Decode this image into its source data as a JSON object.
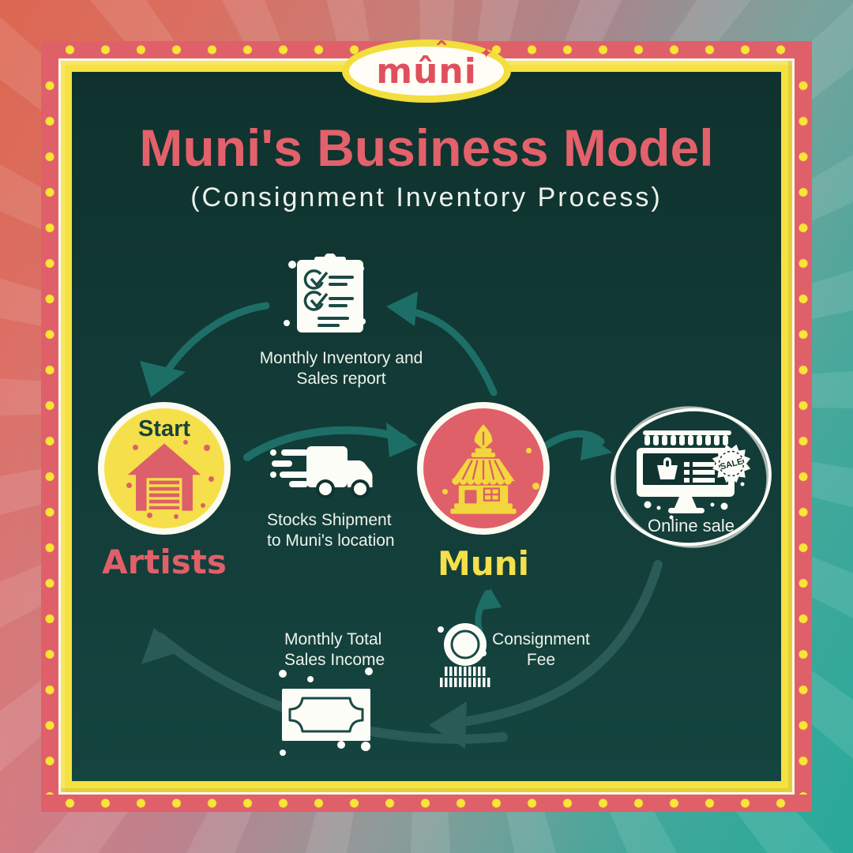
{
  "colors": {
    "frame_coral": "#e0606a",
    "frame_dot": "#f8e636",
    "band_yellow": "#f5e240",
    "line_cream": "#fdf8ea",
    "board_dark": "#10332f",
    "title_coral": "#e2616b",
    "text_light": "#eef2ec",
    "node_yellow": "#f5e04b",
    "node_red": "#e0606a",
    "arrow_teal": "#1d6e67",
    "arrow_teal_soft": "#2b5b56",
    "icon_white": "#fdfdf8",
    "dark_teal": "#1b4a45"
  },
  "logo": {
    "text": "mûni",
    "accent": "ˆ",
    "sparkle": "✦"
  },
  "header": {
    "title": "Muni's Business Model",
    "subtitle": "(Consignment Inventory Process)"
  },
  "nodes": {
    "artists": {
      "badge": "Start",
      "label": "Artists"
    },
    "muni": {
      "label": "Muni"
    },
    "online": {
      "label": "Online sale",
      "sale_badge": "SALE"
    }
  },
  "flow_labels": {
    "report": {
      "line1": "Monthly Inventory and",
      "line2": "Sales report"
    },
    "shipment": {
      "line1": "Stocks Shipment",
      "line2": "to Muni's location"
    },
    "income": {
      "line1": "Monthly Total",
      "line2": "Sales Income"
    },
    "fee": {
      "line1": "Consignment",
      "line2": "Fee"
    }
  }
}
